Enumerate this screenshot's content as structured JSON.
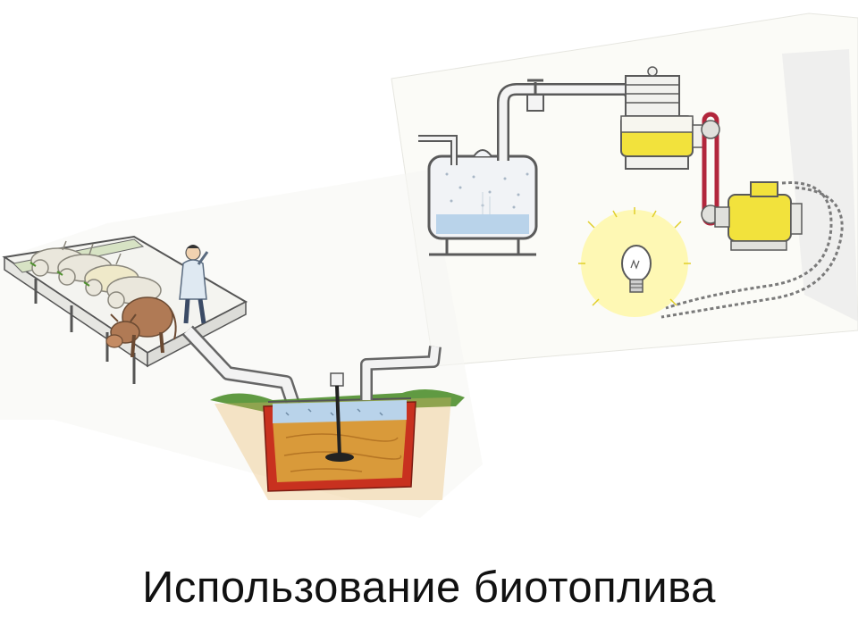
{
  "slide": {
    "caption": "Использование биотоплива"
  },
  "colors": {
    "soil": "#d99a3a",
    "brick": "#c8311f",
    "water": "#b9d3ea",
    "grass": "#4f8f2e",
    "machine_yellow": "#f2e23c",
    "belt": "#b2263c",
    "glow": "#fff7a3",
    "cow_brown": "#b07a55",
    "sheep": "#eae7dc"
  },
  "diagram": {
    "components": [
      "cattle-stall",
      "farmer",
      "manure-chute",
      "fermentation-pit",
      "gas-holder-tank",
      "gas-valve",
      "gas-engine",
      "drive-belt",
      "generator",
      "electric-cable",
      "light-bulb"
    ]
  }
}
